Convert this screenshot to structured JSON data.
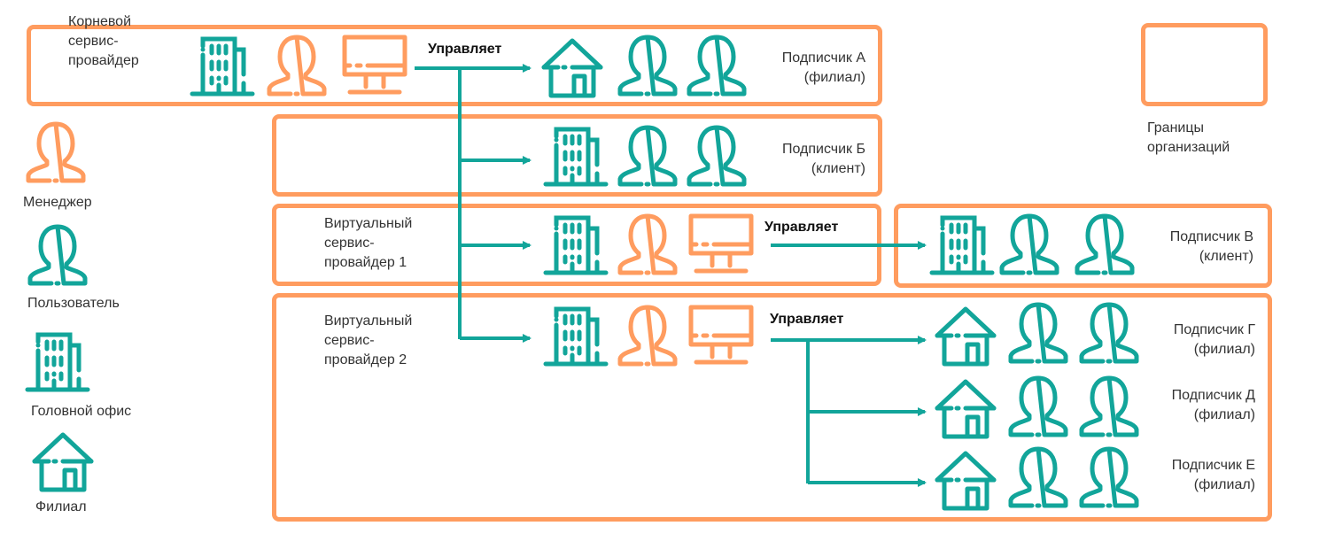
{
  "colors": {
    "manager": "#ff9c5f",
    "user": "#12a59a",
    "boundary": "#ff9c5f",
    "text": "#333333"
  },
  "legend": {
    "boundary_label_line1": "Границы",
    "boundary_label_line2": "организаций",
    "items": [
      {
        "icon": "manager-icon",
        "label": "Менеджер"
      },
      {
        "icon": "user-icon",
        "label": "Пользователь"
      },
      {
        "icon": "head-office-icon",
        "label": "Головной офис"
      },
      {
        "icon": "branch-icon",
        "label": "Филиал"
      }
    ]
  },
  "edge_label": "Управляет",
  "organizations": {
    "root": {
      "line1": "Корневой",
      "line2": "сервис-",
      "line3": "провайдер"
    },
    "vsp1": {
      "line1": "Виртуальный",
      "line2": "сервис-",
      "line3": "провайдер 1"
    },
    "vsp2": {
      "line1": "Виртуальный",
      "line2": "сервис-",
      "line3": "провайдер 2"
    },
    "subscriber_a": {
      "name": "Подписчик А",
      "type": "(филиал)"
    },
    "subscriber_b": {
      "name": "Подписчик Б",
      "type": "(клиент)"
    },
    "subscriber_v": {
      "name": "Подписчик В",
      "type": "(клиент)"
    },
    "subscriber_g": {
      "name": "Подписчик Г",
      "type": "(филиал)"
    },
    "subscriber_d": {
      "name": "Подписчик Д",
      "type": "(филиал)"
    },
    "subscriber_e": {
      "name": "Подписчик Е",
      "type": "(филиал)"
    }
  }
}
